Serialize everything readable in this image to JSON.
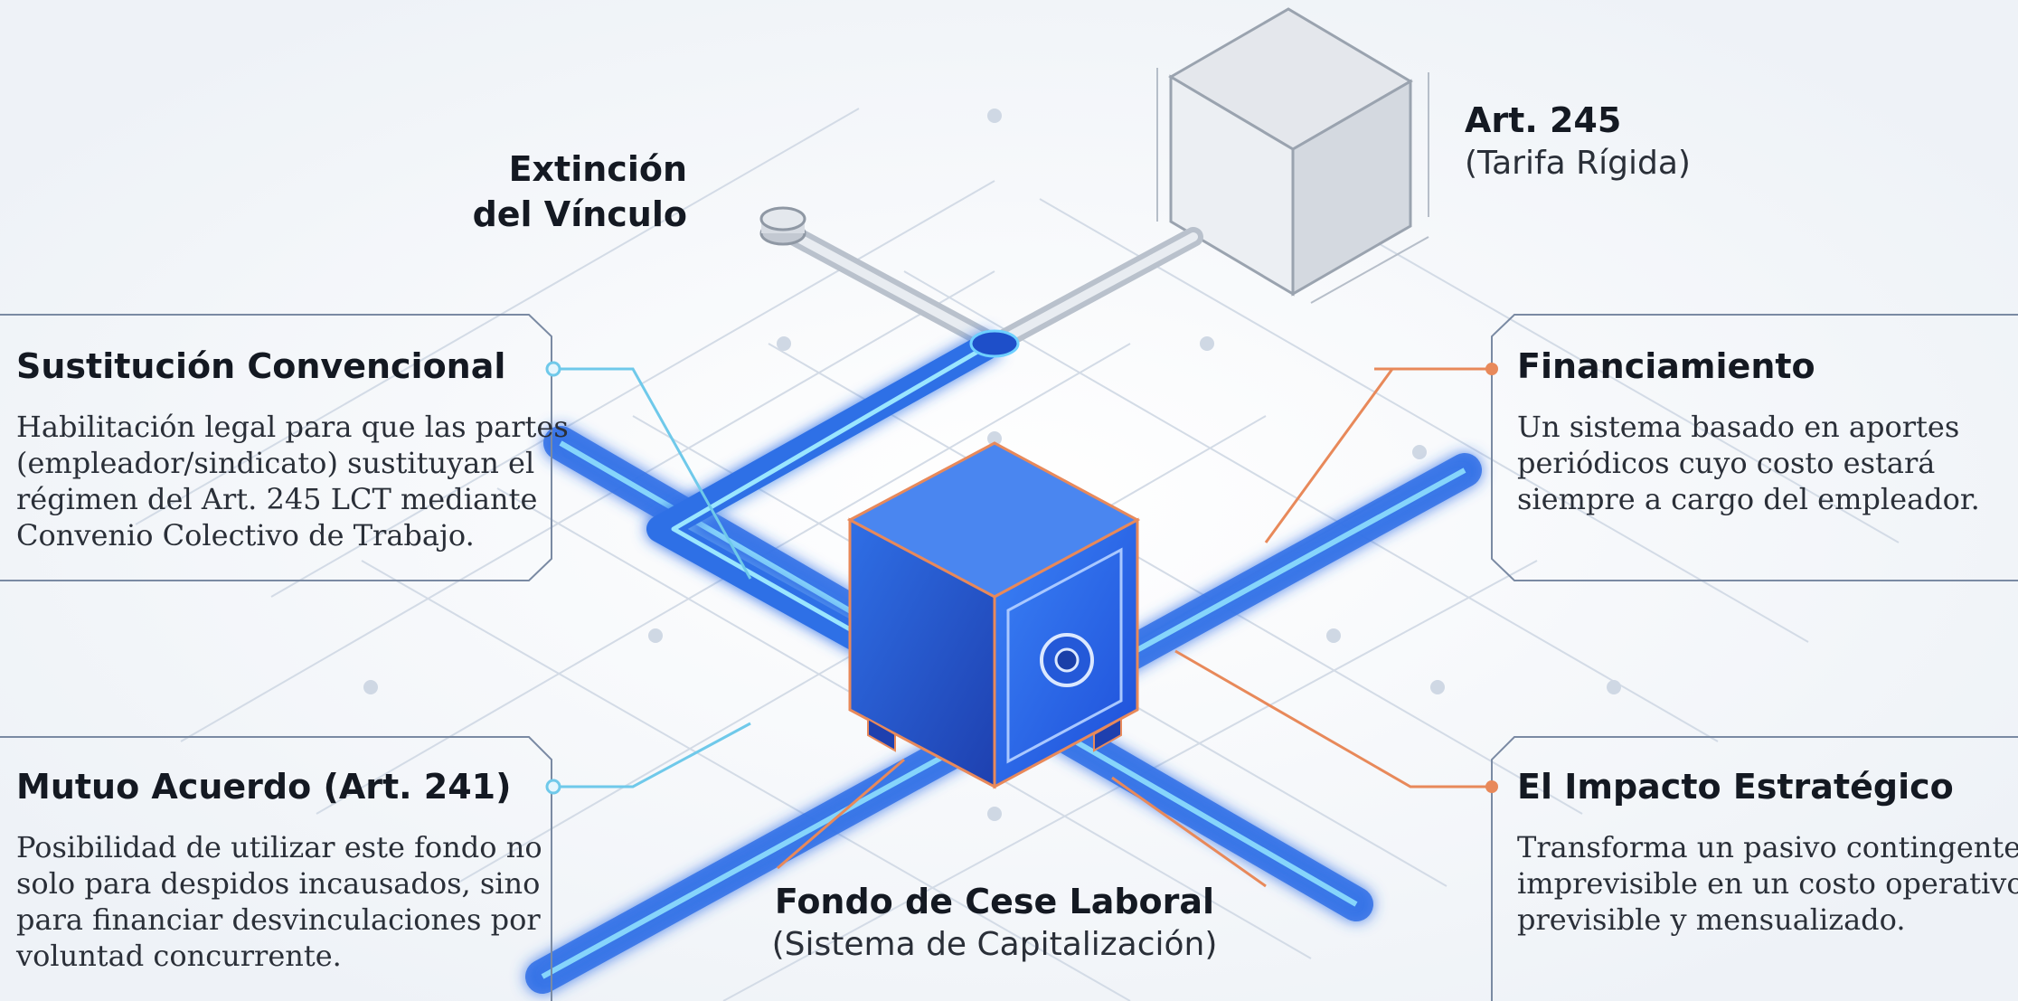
{
  "nodes": {
    "extincion": {
      "line1": "Extinción",
      "line2": "del Vínculo"
    },
    "art245": {
      "title": "Art. 245",
      "subtitle": "(Tarifa Rígida)"
    },
    "fondo": {
      "title": "Fondo de Cese Laboral",
      "subtitle": "(Sistema de Capitalización)"
    }
  },
  "panels": {
    "sustitucion": {
      "title": "Sustitución Convencional",
      "lines": [
        "Habilitación legal para que las partes",
        "(empleador/sindicato) sustituyan el",
        "régimen del Art. 245 LCT mediante",
        "Convenio Colectivo de Trabajo."
      ]
    },
    "mutuo": {
      "title": "Mutuo Acuerdo (Art. 241)",
      "lines": [
        "Posibilidad de utilizar este fondo no",
        "solo para despidos incausados, sino",
        "para financiar desvinculaciones por",
        "voluntad concurrente."
      ]
    },
    "financiamiento": {
      "title": "Financiamiento",
      "lines": [
        "Un sistema basado en aportes",
        "periódicos cuyo costo estará",
        "siempre a cargo del empleador."
      ]
    },
    "impacto": {
      "title": "El Impacto Estratégico",
      "lines": [
        "Transforma un pasivo contingente",
        "imprevisible en un costo operativo",
        "previsible y mensualizado."
      ]
    }
  },
  "colors": {
    "accent_blue": "#2f6fe6",
    "glow_blue": "#6fd0ff",
    "accent_orange": "#e8895a",
    "grid": "#d5dde8",
    "text": "#141922"
  }
}
